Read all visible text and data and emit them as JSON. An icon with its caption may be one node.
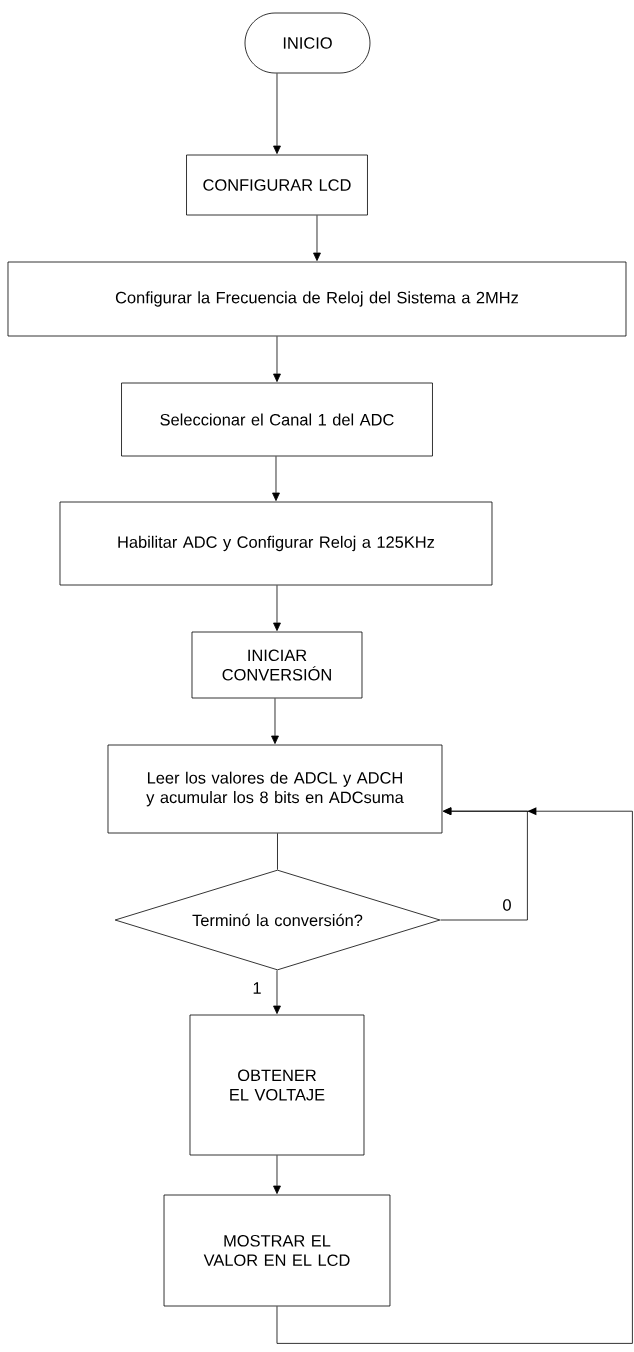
{
  "diagram": {
    "nodes": [
      {
        "text": [
          "INICIO"
        ]
      },
      {
        "text": [
          "CONFIGURAR LCD"
        ]
      },
      {
        "text": [
          "Configurar la Frecuencia de Reloj del Sistema a 2MHz"
        ]
      },
      {
        "text": [
          "Seleccionar el Canal 1 del ADC"
        ]
      },
      {
        "text": [
          "Habilitar ADC y Configurar Reloj a 125KHz"
        ]
      },
      {
        "text": [
          "INICIAR CONVERSIÓN"
        ]
      },
      {
        "text": [
          "Leer los valores de ADCL y ADCH y acumular los 8 bits en ADCsuma"
        ]
      },
      {
        "text": [
          "Terminó la conversión?"
        ]
      },
      {
        "text": [
          "OBTENER EL VOLTAJE"
        ]
      },
      {
        "text": [
          "MOSTRAR EL VALOR EN EL LCD"
        ]
      }
    ],
    "edges": [
      {
        "from": 0,
        "to": 1,
        "arrow": "to"
      },
      {
        "from": 1,
        "to": 2,
        "arrow": "to"
      },
      {
        "from": 2,
        "to": 3,
        "arrow": "to"
      },
      {
        "from": 3,
        "to": 4,
        "arrow": "to"
      },
      {
        "from": 4,
        "to": 5,
        "arrow": "to"
      },
      {
        "from": 5,
        "to": 6,
        "arrow": "to"
      },
      {
        "from": 6,
        "to": 7,
        "arrow": "none"
      },
      {
        "from": 7,
        "to": 8,
        "arrow": "to",
        "label": "1"
      },
      {
        "from": 7,
        "to": 6,
        "arrow": "to",
        "label": "0"
      },
      {
        "from": 8,
        "to": 9,
        "arrow": "to"
      },
      {
        "from": 9,
        "to": 6,
        "arrow": "to"
      }
    ]
  }
}
